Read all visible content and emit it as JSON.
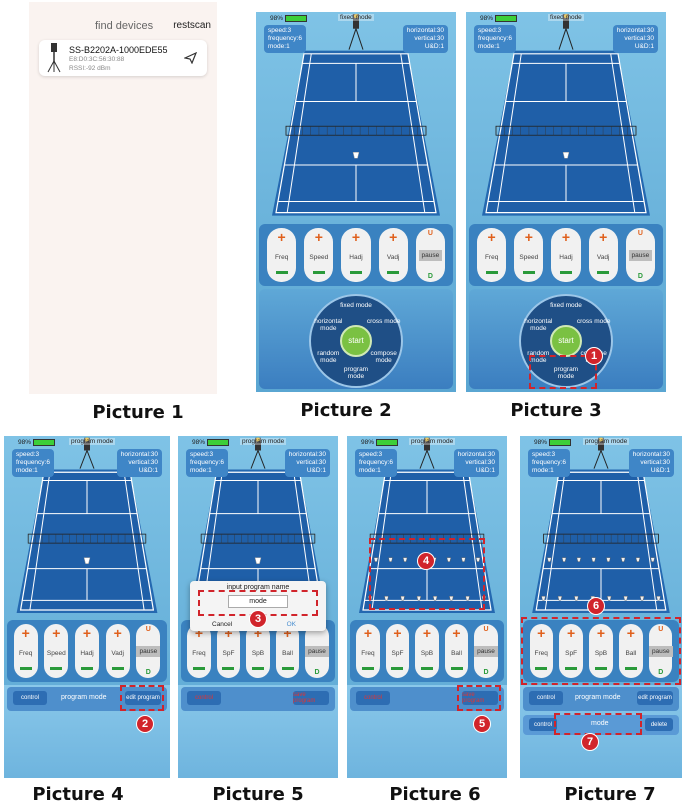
{
  "captions": [
    "Picture 1",
    "Picture 2",
    "Picture 3",
    "Picture 4",
    "Picture 5",
    "Picture 6",
    "Picture 7"
  ],
  "colors": {
    "accent_red": "#d1242b",
    "court_blue": "#1f66b8",
    "panel_blue": "#3a82c0",
    "start_green": "#7ac143"
  },
  "device_screen": {
    "title": "find devices",
    "rescan_label": "restscan",
    "device": {
      "name": "SS-B2202A-1000EDE55",
      "mac": "E8:D0:3C:56:30:88",
      "rssi": "RSSI:-92 dBm",
      "icon": "tripod-launcher-icon",
      "action_icon": "send-icon"
    }
  },
  "status": {
    "battery_text": "98%"
  },
  "info": {
    "speed": "speed:3",
    "frequency": "frequency:6",
    "mode": "mode:1",
    "horizontal": "horizontal:30",
    "vertical": "vertical:30",
    "ud": "U&D:1"
  },
  "modes": {
    "fixed": "fixed mode",
    "program": "program mode"
  },
  "controls_a": [
    "Freq",
    "Speed",
    "Hadj",
    "Vadj"
  ],
  "controls_b": [
    "Freq",
    "SpF",
    "SpB",
    "Ball"
  ],
  "control_u": "U",
  "control_pause": "pause",
  "control_d": "D",
  "wheel": {
    "fixed": "fixed mode",
    "cross": "cross mode",
    "compose": "compose mode",
    "program": "program mode",
    "random": "random mode",
    "horizontal": "horizontal mode",
    "start": "start"
  },
  "bar": {
    "control": "control",
    "title": "program mode",
    "edit": "edit program",
    "save": "save program",
    "delete": "delete",
    "mode_name": "mode"
  },
  "dialog": {
    "title": "input program name",
    "value": "mode",
    "cancel": "Cancel",
    "ok": "OK"
  },
  "steps": [
    "1",
    "2",
    "3",
    "4",
    "5",
    "6",
    "7"
  ]
}
